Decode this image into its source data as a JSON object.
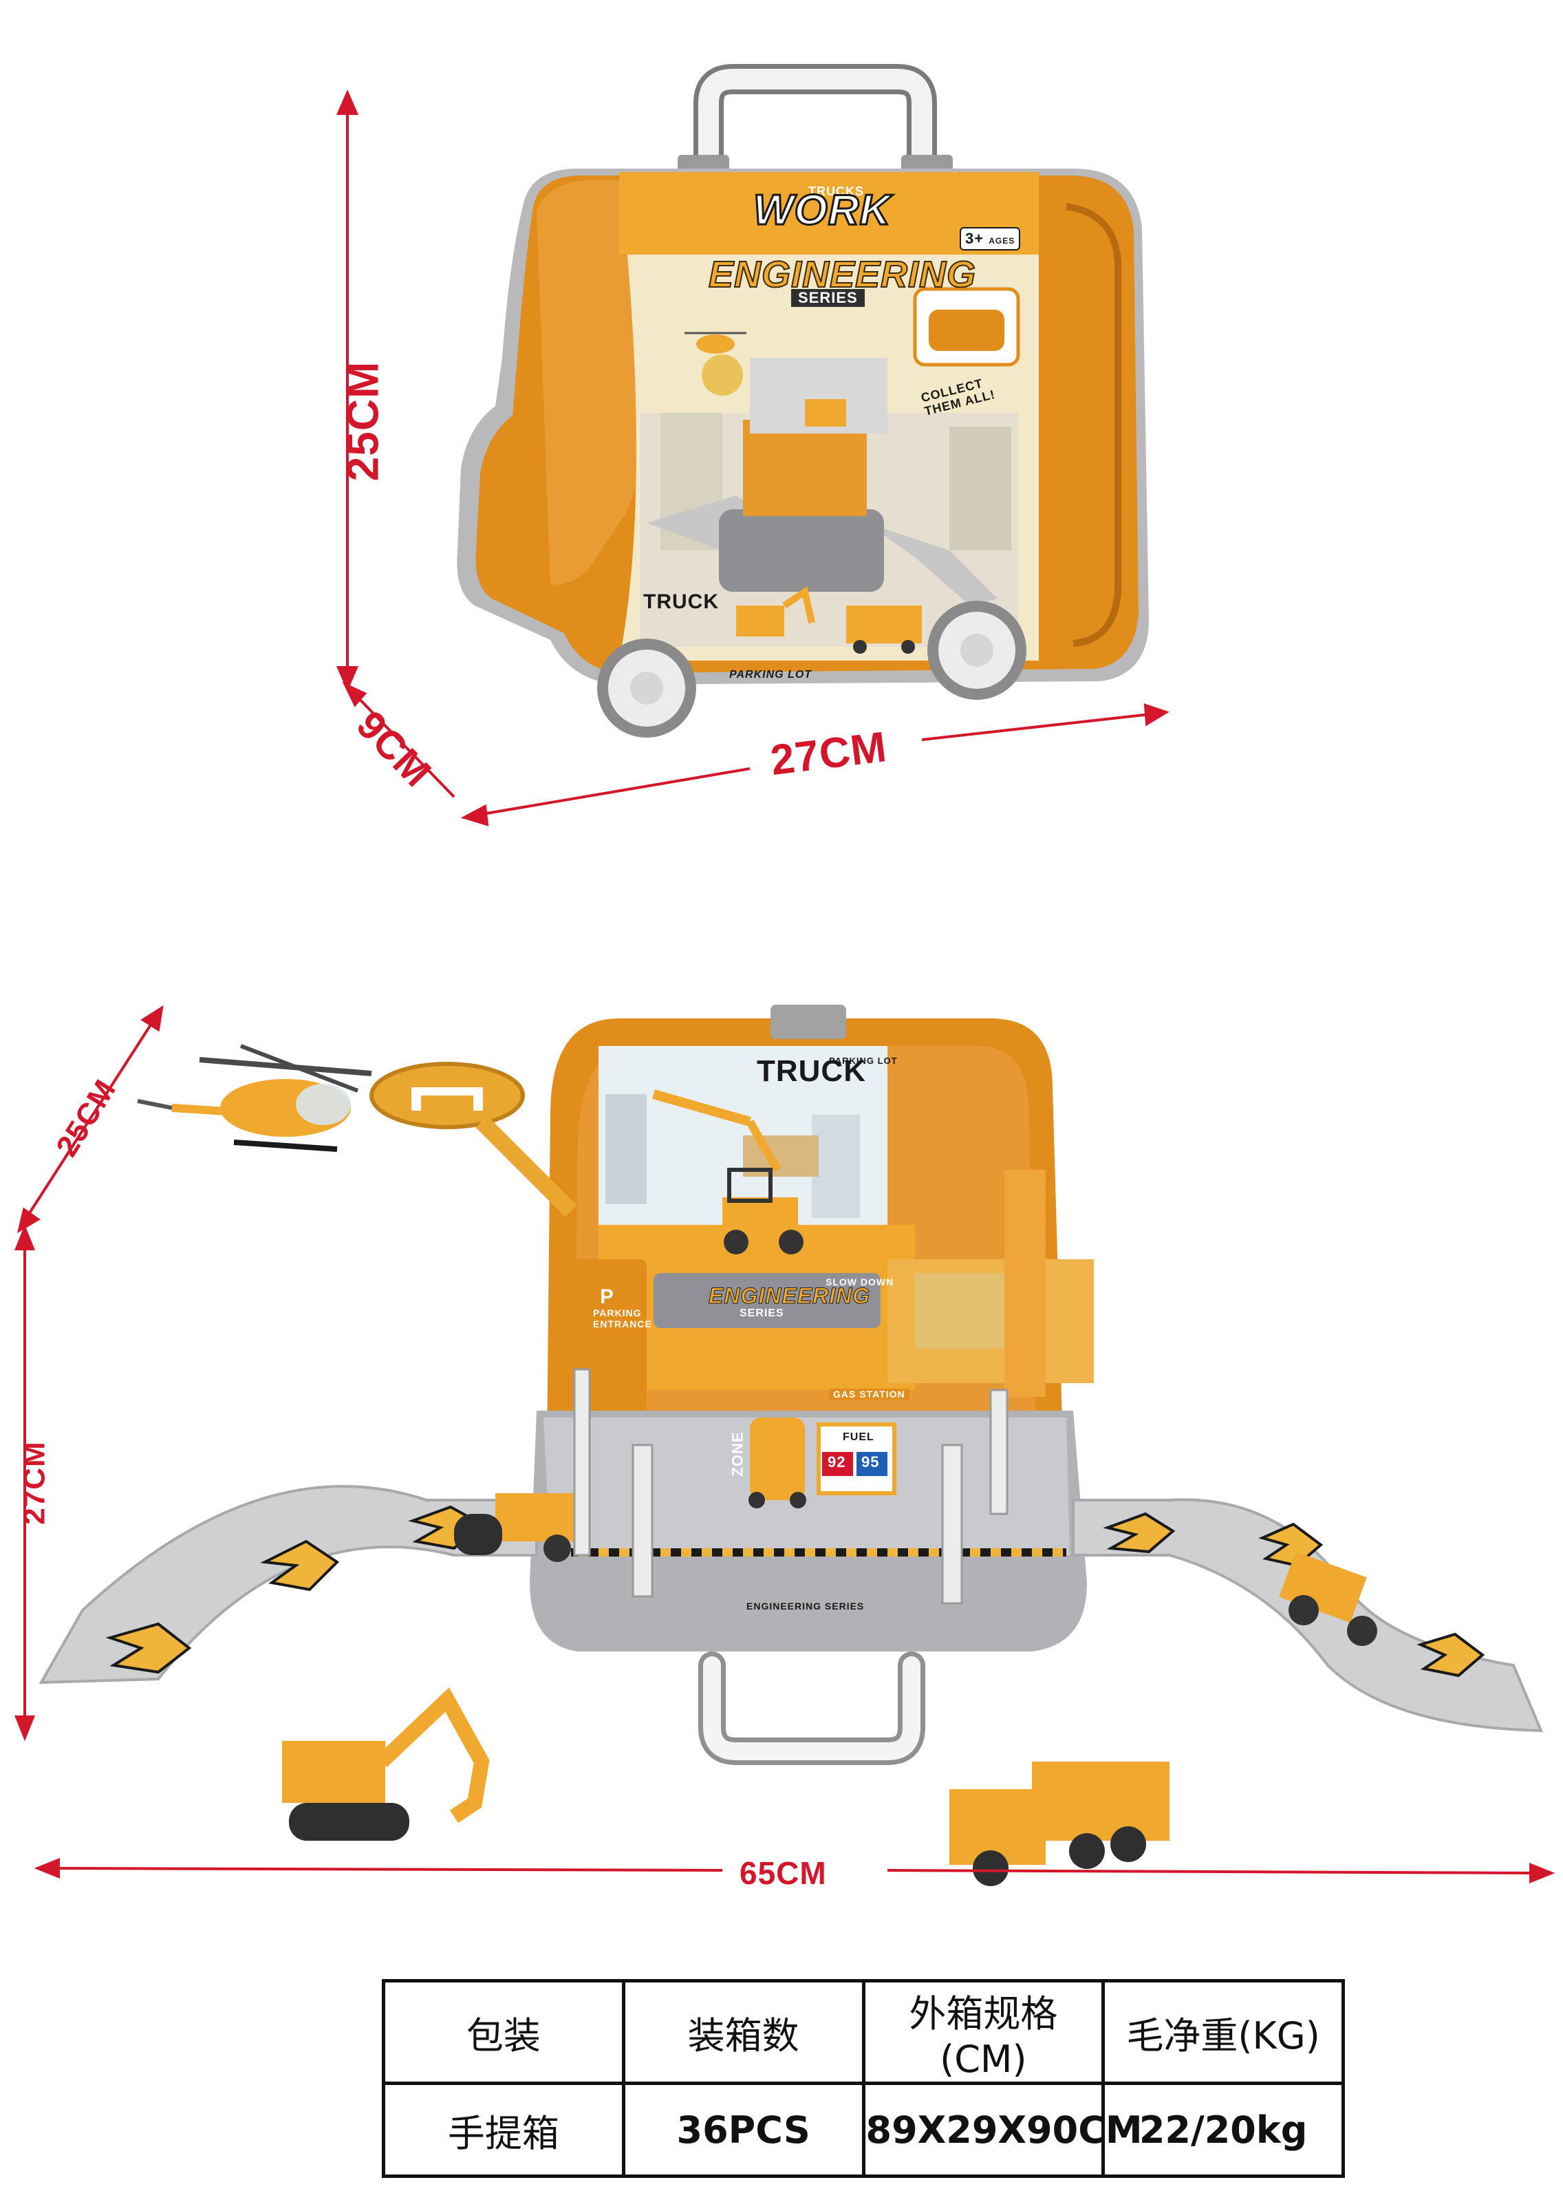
{
  "box": {
    "brand_small": "TRUCKS",
    "brand_big": "WORK",
    "age": "3+",
    "age_unit": "AGES",
    "series_title": "ENGINEERING",
    "series_sub": "SERIES",
    "collect": "COLLECT THEM ALL!",
    "truck_logo": "TRUCK",
    "parking": "PARKING LOT"
  },
  "dimensions": {
    "height": "25CM",
    "depth": "9CM",
    "width": "27CM",
    "open_depth": "25CM",
    "open_height": "27CM",
    "open_width": "65CM"
  },
  "playset": {
    "truck_logo": "TRUCK",
    "parking_lot": "PARKING LOT",
    "entrance": "PARKING ENTRANCE",
    "slow_down": "SLOW DOWN",
    "series_title": "ENGINEERING",
    "series_sub": "SERIES",
    "gas_station": "GAS STATION",
    "fuel": "FUEL",
    "fuel_a": "92",
    "fuel_b": "95",
    "zone": "ZONE",
    "p_sign": "P",
    "bar_label": "ENGINEERING SERIES"
  },
  "spec_table": {
    "headers": [
      "包装",
      "装箱数",
      "外箱规格(CM)",
      "毛净重(KG)"
    ],
    "values": [
      "手提箱",
      "36PCS",
      "89X29X90CM",
      "22/20kg"
    ]
  },
  "colors": {
    "orange": "#e0901e",
    "orange_dark": "#b86a10",
    "gray": "#c8c9cb",
    "red_dim": "#d4162b"
  }
}
